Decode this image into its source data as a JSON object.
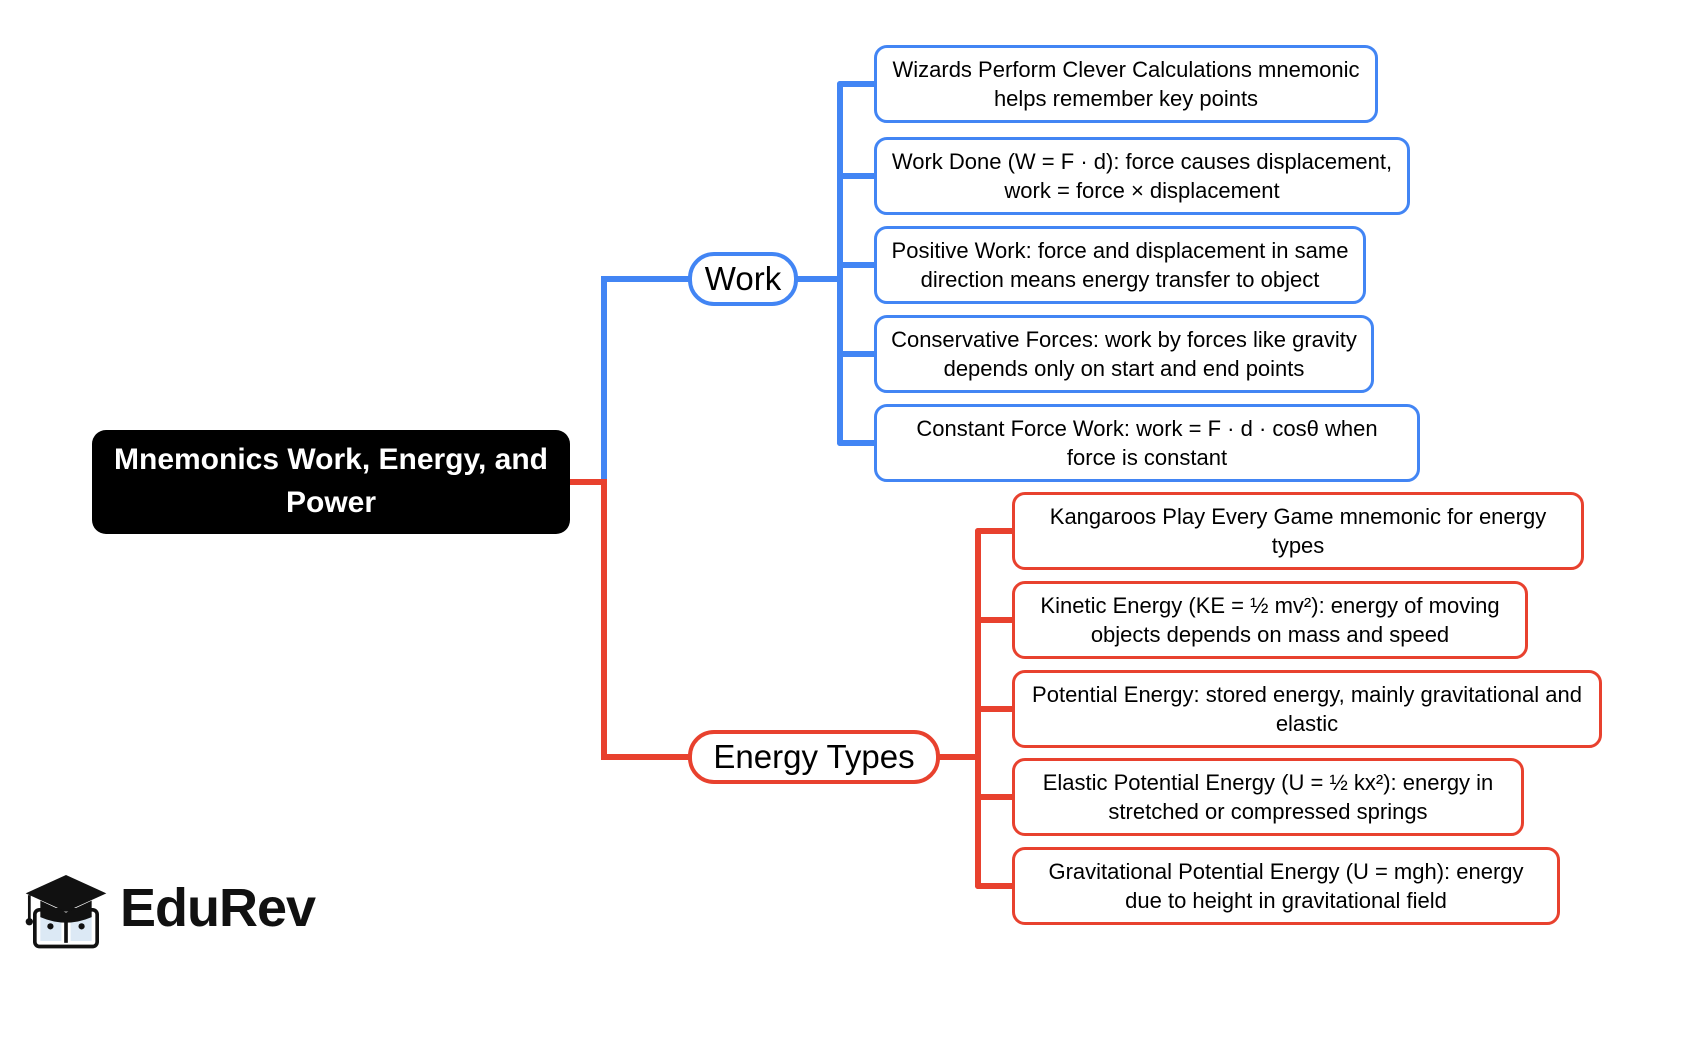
{
  "diagram": {
    "type": "mindmap",
    "root": {
      "label": "Mnemonics Work, Energy, and Power",
      "color": "#000000"
    },
    "branches": [
      {
        "label": "Work",
        "color": "#4285f4",
        "children": [
          "Wizards Perform Clever Calculations mnemonic helps remember key points",
          "Work Done (W = F · d): force causes displacement, work = force × displacement",
          "Positive Work: force and displacement in same direction means energy transfer to object",
          "Conservative Forces: work by forces like gravity depends only on start and end points",
          "Constant Force Work: work = F · d · cosθ when force is constant"
        ]
      },
      {
        "label": "Energy Types",
        "color": "#e8412e",
        "children": [
          "Kangaroos Play Every Game mnemonic for energy types",
          "Kinetic Energy (KE = ½ mv²): energy of moving objects depends on mass and speed",
          "Potential Energy: stored energy, mainly gravitational and elastic",
          "Elastic Potential Energy (U = ½ kx²): energy in stretched or compressed springs",
          "Gravitational Potential Energy (U = mgh): energy due to height in gravitational field"
        ]
      }
    ]
  },
  "watermark": {
    "brand": "EduRev",
    "icon": "graduation-cap-book-icon"
  }
}
